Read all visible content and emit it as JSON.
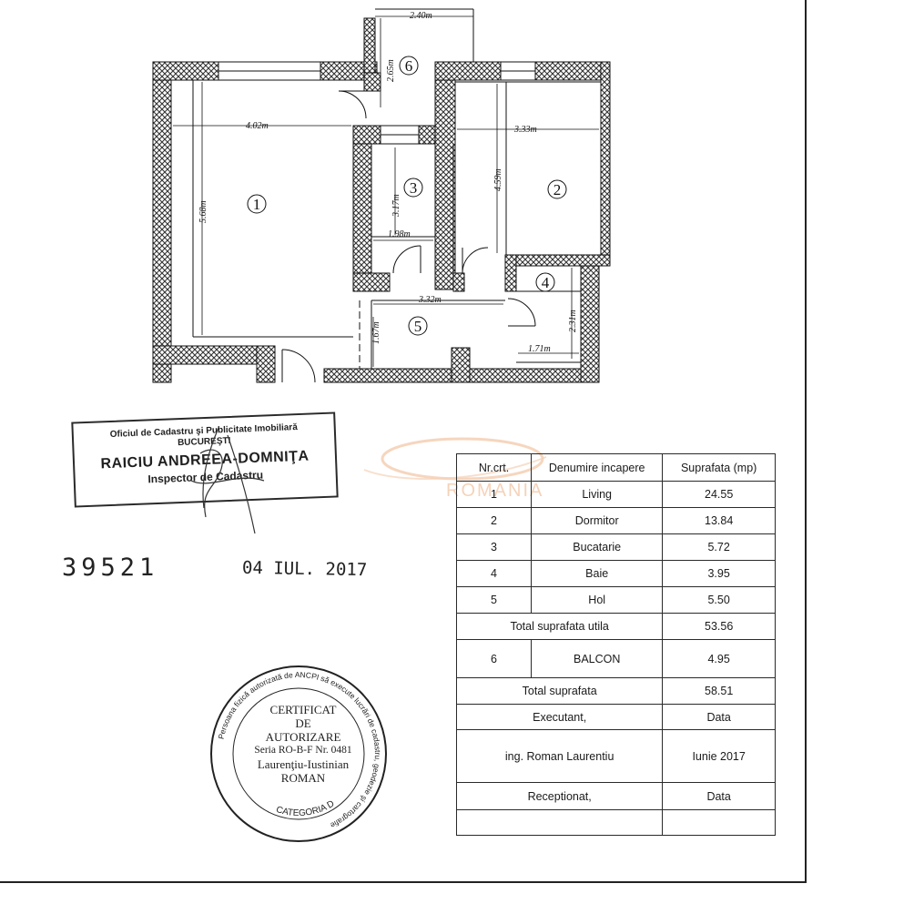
{
  "plan": {
    "dimensions": [
      "2.40m",
      "2.65m",
      "4.02m",
      "3.33m",
      "5.68m",
      "3.17m",
      "4.59m",
      "1.98m",
      "3.32m",
      "2.31m",
      "1.67m",
      "1.71m"
    ],
    "rooms": [
      "1",
      "2",
      "3",
      "4",
      "5",
      "6"
    ]
  },
  "inspector_stamp": {
    "office_line1": "Oficiul de Cadastru şi Publicitate Imobiliară",
    "office_line2": "BUCUREŞTI",
    "name": "RAICIU ANDREEA-DOMNIŢA",
    "role": "Inspector de Cadastru"
  },
  "registration": {
    "number": "39521",
    "date": "04 IUL. 2017"
  },
  "watermark": "ROMANIA",
  "seal": {
    "ring_text": "Persoana fizică autorizată de ANCPI să execute lucrări de cadastru, geodezie şi cartografie",
    "category": "CATEGORIA D",
    "center_lines": [
      "CERTIFICAT",
      "DE",
      "AUTORIZARE",
      "Seria RO-B-F Nr. 0481",
      "Laurenţiu-Iustinian",
      "ROMAN"
    ]
  },
  "table": {
    "headers": [
      "Nr.crt.",
      "Denumire incapere",
      "Suprafata (mp)"
    ],
    "rooms": [
      {
        "nr": "1",
        "name": "Living",
        "area": "24.55"
      },
      {
        "nr": "2",
        "name": "Dormitor",
        "area": "13.84"
      },
      {
        "nr": "3",
        "name": "Bucatarie",
        "area": "5.72"
      },
      {
        "nr": "4",
        "name": "Baie",
        "area": "3.95"
      },
      {
        "nr": "5",
        "name": "Hol",
        "area": "5.50"
      }
    ],
    "total_useful_label": "Total suprafata utila",
    "total_useful_value": "53.56",
    "balcony": {
      "nr": "6",
      "name": "BALCON",
      "area": "4.95"
    },
    "total_label": "Total suprafata",
    "total_value": "58.51",
    "executant_label": "Executant,",
    "executant_date_label": "Data",
    "executant_name": "ing. Roman Laurentiu",
    "executant_date": "Iunie 2017",
    "receptionat_label": "Receptionat,",
    "receptionat_date_label": "Data"
  }
}
